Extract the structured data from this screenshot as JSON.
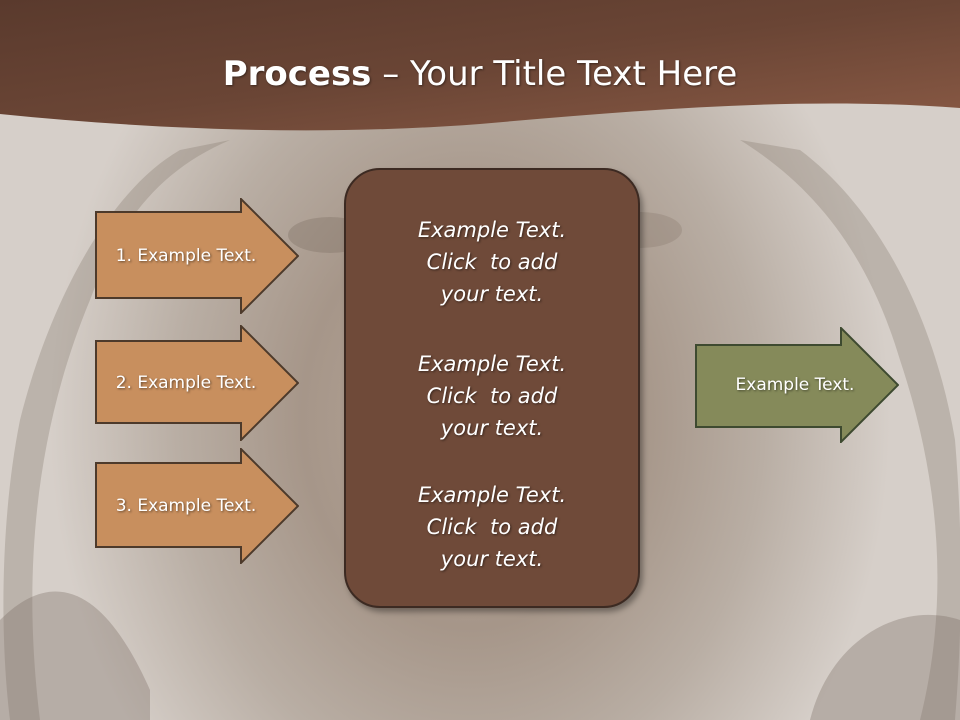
{
  "title": {
    "bold": "Process",
    "rest": " – Your Title Text Here"
  },
  "inputs": [
    {
      "label": "1. Example Text."
    },
    {
      "label": "2. Example Text."
    },
    {
      "label": "3. Example Text."
    }
  ],
  "center_box": {
    "blocks": [
      {
        "lines": [
          "Example Text.",
          "Click  to add",
          "your text."
        ]
      },
      {
        "lines": [
          "Example Text.",
          "Click  to add",
          "your text."
        ]
      },
      {
        "lines": [
          "Example Text.",
          "Click  to add",
          "your text."
        ]
      }
    ]
  },
  "output": {
    "label": "Example Text."
  },
  "colors": {
    "header": "#6a4535",
    "input_arrow": "#c88f5e",
    "center_box": "#6f4a39",
    "output_arrow": "#858a5a"
  }
}
